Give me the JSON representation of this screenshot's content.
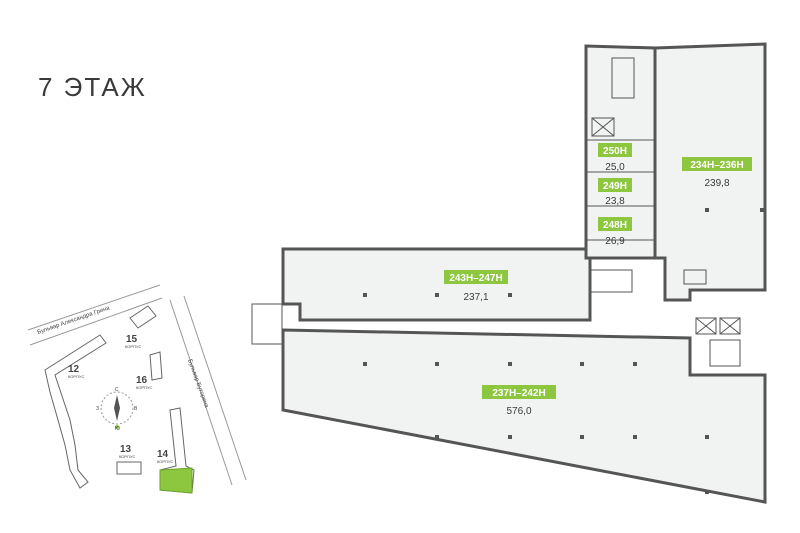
{
  "floor": {
    "title": "7 ЭТАЖ"
  },
  "colors": {
    "accent": "#8dc63f",
    "wall": "#555555",
    "room_fill": "#f1f2f2"
  },
  "units": [
    {
      "id": "250h",
      "label": "250Н",
      "area": "25,0"
    },
    {
      "id": "249h",
      "label": "249Н",
      "area": "23,8"
    },
    {
      "id": "248h",
      "label": "248Н",
      "area": "26,9"
    },
    {
      "id": "234h",
      "label": "234Н–236Н",
      "area": "239,8"
    },
    {
      "id": "243h",
      "label": "243Н–247Н",
      "area": "237,1"
    },
    {
      "id": "237h",
      "label": "237Н–242Н",
      "area": "576,0"
    }
  ],
  "site_map": {
    "street_top": "Бульвар Александра Грина",
    "street_right": "Бульвар Буторина",
    "korpus_word": "КОРПУС",
    "buildings": [
      {
        "number": "15"
      },
      {
        "number": "12"
      },
      {
        "number": "16"
      },
      {
        "number": "13"
      },
      {
        "number": "14"
      }
    ],
    "compass": {
      "n": "С",
      "s": "Ю",
      "w": "З",
      "e": "В"
    },
    "icons": [
      "compass-icon"
    ]
  }
}
